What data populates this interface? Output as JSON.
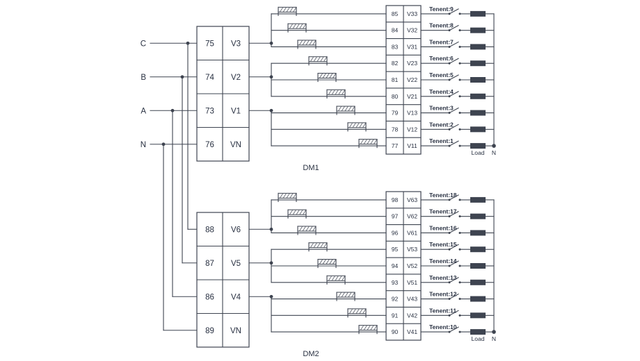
{
  "colors": {
    "line": "#3e4450",
    "text": "#283041",
    "load_fill": "#3e4450",
    "background": "#ffffff"
  },
  "phases": [
    {
      "label": "C"
    },
    {
      "label": "B"
    },
    {
      "label": "A"
    },
    {
      "label": "N"
    }
  ],
  "meters": [
    {
      "label": "DM1",
      "rows": [
        {
          "num": "75",
          "v": "V3"
        },
        {
          "num": "74",
          "v": "V2"
        },
        {
          "num": "73",
          "v": "V1"
        },
        {
          "num": "76",
          "v": "VN"
        }
      ],
      "terminals": [
        {
          "num": "85",
          "v": "V33"
        },
        {
          "num": "84",
          "v": "V32"
        },
        {
          "num": "83",
          "v": "V31"
        },
        {
          "num": "82",
          "v": "V23"
        },
        {
          "num": "81",
          "v": "V22"
        },
        {
          "num": "80",
          "v": "V21"
        },
        {
          "num": "79",
          "v": "V13"
        },
        {
          "num": "78",
          "v": "V12"
        },
        {
          "num": "77",
          "v": "V11"
        }
      ],
      "tenants": [
        "Tenent:9",
        "Tenent:8",
        "Tenent:7",
        "Tenent:6",
        "Tenent:5",
        "Tenent:4",
        "Tenent:3",
        "Tenent:2",
        "Tenent:1"
      ],
      "load_label": "Load",
      "neutral_label": "N"
    },
    {
      "label": "DM2",
      "rows": [
        {
          "num": "88",
          "v": "V6"
        },
        {
          "num": "87",
          "v": "V5"
        },
        {
          "num": "86",
          "v": "V4"
        },
        {
          "num": "89",
          "v": "VN"
        }
      ],
      "terminals": [
        {
          "num": "98",
          "v": "V63"
        },
        {
          "num": "97",
          "v": "V62"
        },
        {
          "num": "96",
          "v": "V61"
        },
        {
          "num": "95",
          "v": "V53"
        },
        {
          "num": "94",
          "v": "V52"
        },
        {
          "num": "93",
          "v": "V51"
        },
        {
          "num": "92",
          "v": "V43"
        },
        {
          "num": "91",
          "v": "V42"
        },
        {
          "num": "90",
          "v": "V41"
        }
      ],
      "tenants": [
        "Tenent:18",
        "Tenent:17",
        "Tenent:16",
        "Tenent:15",
        "Tenent:14",
        "Tenent:13",
        "Tenent:12",
        "Tenent:11",
        "Tenent:10"
      ],
      "load_label": "Load",
      "neutral_label": "N"
    }
  ]
}
